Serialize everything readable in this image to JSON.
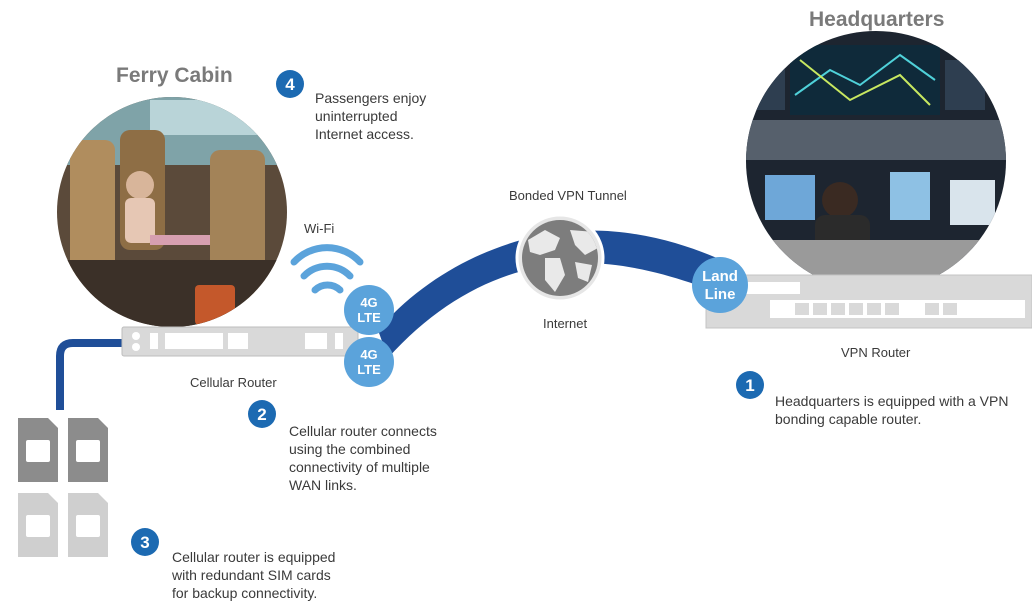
{
  "titles": {
    "ferry_cabin": "Ferry Cabin",
    "headquarters": "Headquarters"
  },
  "labels": {
    "wifi": "Wi-Fi",
    "bonded_vpn_tunnel": "Bonded VPN Tunnel",
    "internet": "Internet",
    "cellular_router": "Cellular Router",
    "vpn_router": "VPN Router",
    "land_line": [
      "Land",
      "Line"
    ],
    "lte_badge": [
      "4G",
      "LTE"
    ]
  },
  "steps": [
    {
      "number": "1",
      "lines": [
        "Headquarters is equipped with a VPN",
        "bonding capable router."
      ]
    },
    {
      "number": "2",
      "lines": [
        "Cellular router connects",
        "using the combined",
        "connectivity of multiple",
        "WAN links."
      ]
    },
    {
      "number": "3",
      "lines": [
        "Cellular router is equipped",
        "with redundant SIM cards",
        "for backup connectivity."
      ]
    },
    {
      "number": "4",
      "lines": [
        "Passengers enjoy",
        "uninterrupted",
        "Internet access."
      ]
    }
  ],
  "colors": {
    "tunnel": "#1f4e98",
    "badge": "#5ba3db",
    "step_circle": "#1c6ab2",
    "router_body": "#d9d9d9",
    "sim_active": "#8c8c8c",
    "sim_backup": "#cfcfcf",
    "wifi": "#5ba3db"
  }
}
